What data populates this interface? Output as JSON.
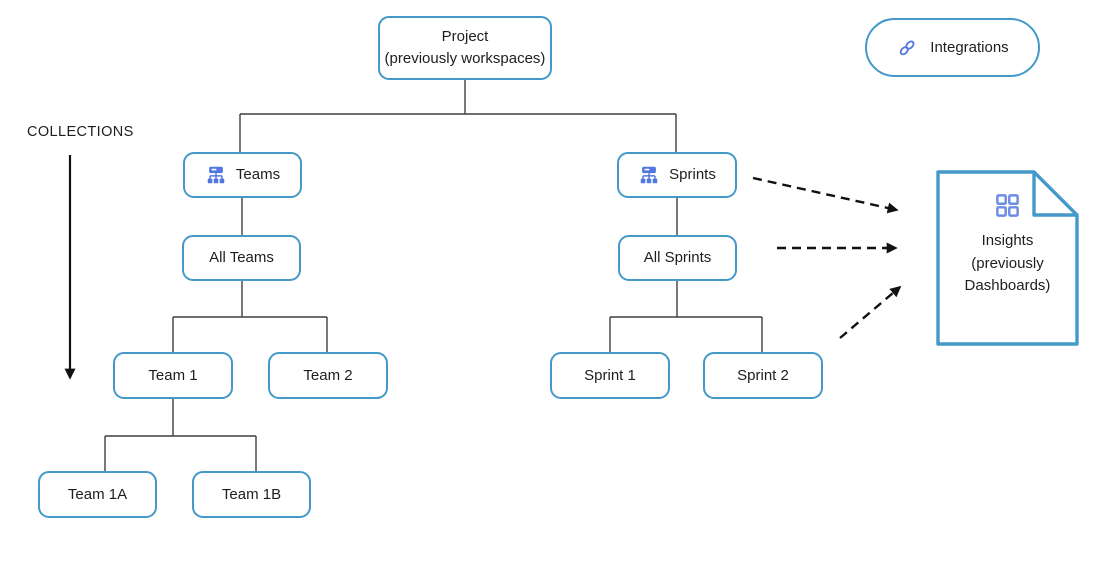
{
  "collections_label": "COLLECTIONS",
  "nodes": {
    "project": {
      "label": "Project",
      "sublabel": "(previously workspaces)"
    },
    "teams": {
      "label": "Teams",
      "icon": "org-chart-icon"
    },
    "all_teams": {
      "label": "All Teams"
    },
    "team1": {
      "label": "Team 1"
    },
    "team2": {
      "label": "Team 2"
    },
    "team1a": {
      "label": "Team 1A"
    },
    "team1b": {
      "label": "Team 1B"
    },
    "sprints": {
      "label": "Sprints",
      "icon": "org-chart-icon"
    },
    "all_sprints": {
      "label": "All Sprints"
    },
    "sprint1": {
      "label": "Sprint 1"
    },
    "sprint2": {
      "label": "Sprint 2"
    },
    "integrations": {
      "label": "Integrations",
      "icon": "link-icon"
    },
    "insights": {
      "label": "Insights",
      "sublabel": "(previously Dashboards)",
      "icon": "grid-icon"
    }
  },
  "colors": {
    "box_border": "#4499c9",
    "icon_blue": "#5377e0",
    "grid_icon_blue": "#6d8ce5",
    "connector_line": "#3f3f3f",
    "arrow_black": "#111111",
    "text": "#1e1e1e",
    "background": "#ffffff"
  }
}
